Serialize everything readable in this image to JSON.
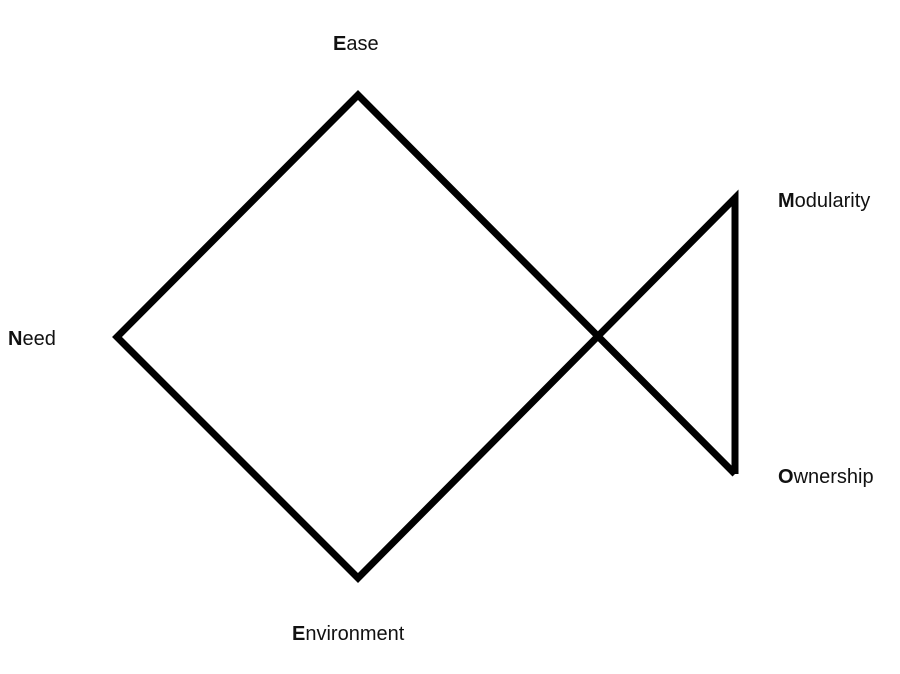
{
  "labels": {
    "ease": {
      "initial": "E",
      "rest": "ase"
    },
    "need": {
      "initial": "N",
      "rest": "eed"
    },
    "environment": {
      "initial": "E",
      "rest": "nvironment"
    },
    "modularity": {
      "initial": "M",
      "rest": "odularity"
    },
    "ownership": {
      "initial": "O",
      "rest": "wnership"
    }
  },
  "colors": {
    "stroke": "#000000",
    "text": "#111111"
  }
}
